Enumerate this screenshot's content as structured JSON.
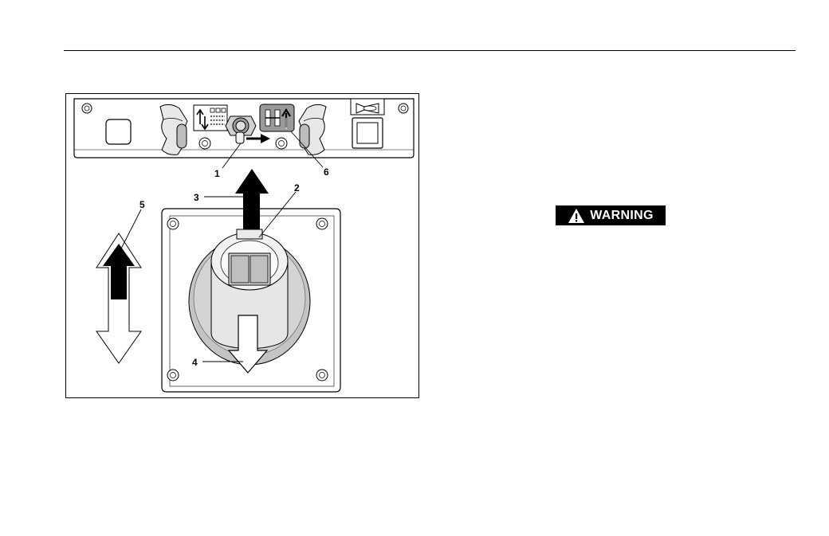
{
  "figure": {
    "callouts": {
      "c1": "1",
      "c2": "2",
      "c3": "3",
      "c4": "4",
      "c5": "5",
      "c6": "6"
    }
  },
  "warning": {
    "icon": "warning-triangle-icon",
    "label": "WARNING"
  }
}
